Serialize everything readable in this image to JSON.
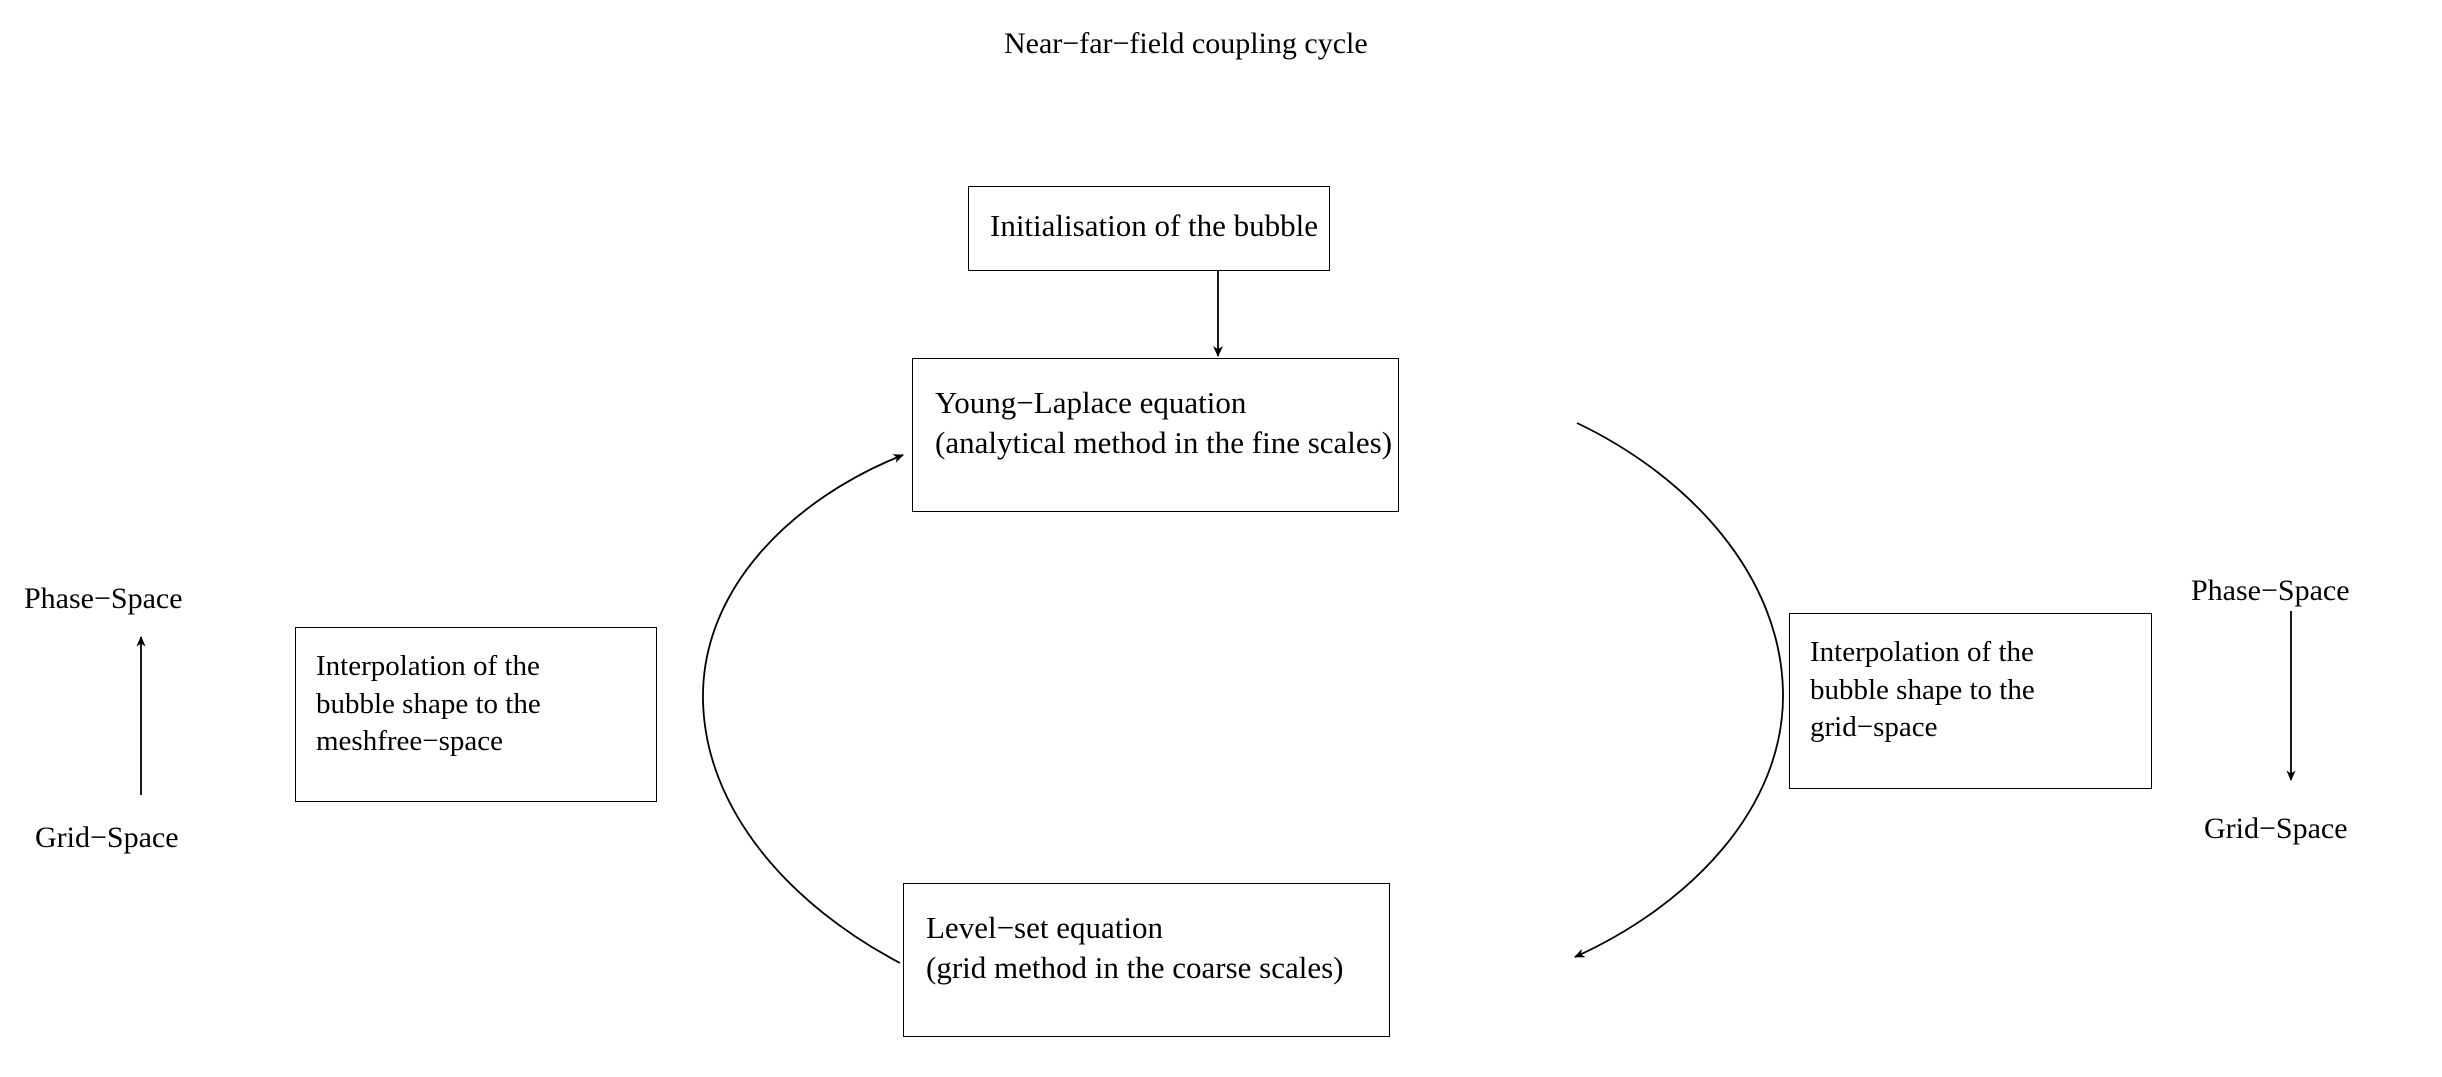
{
  "title": "Near−far−field coupling cycle",
  "boxes": {
    "initialisation": {
      "lines": [
        "Initialisation of the bubble"
      ]
    },
    "young_laplace": {
      "line1": "Young−Laplace equation",
      "line2": "(analytical method in the fine scales)"
    },
    "level_set": {
      "line1": "Level−set equation",
      "line2": "(grid method in the coarse scales)"
    },
    "interp_meshfree": {
      "line1": "Interpolation of the",
      "line2": "bubble shape to the",
      "line3": "meshfree−space"
    },
    "interp_grid": {
      "line1": "Interpolation of the",
      "line2": "bubble shape to the",
      "line3": "grid−space"
    }
  },
  "side_labels": {
    "left_top": "Phase−Space",
    "left_bottom": "Grid−Space",
    "right_top": "Phase−Space",
    "right_bottom": "Grid−Space"
  },
  "connectors": {
    "init_to_young_laplace": "straight-down-arrow",
    "young_laplace_to_level_set": "right-arc-arrow-down",
    "level_set_to_young_laplace": "left-arc-arrow-up",
    "left_direction": "up-arrow",
    "right_direction": "down-arrow"
  },
  "colors": {
    "stroke": "#000000",
    "background": "#ffffff",
    "text": "#000000"
  }
}
